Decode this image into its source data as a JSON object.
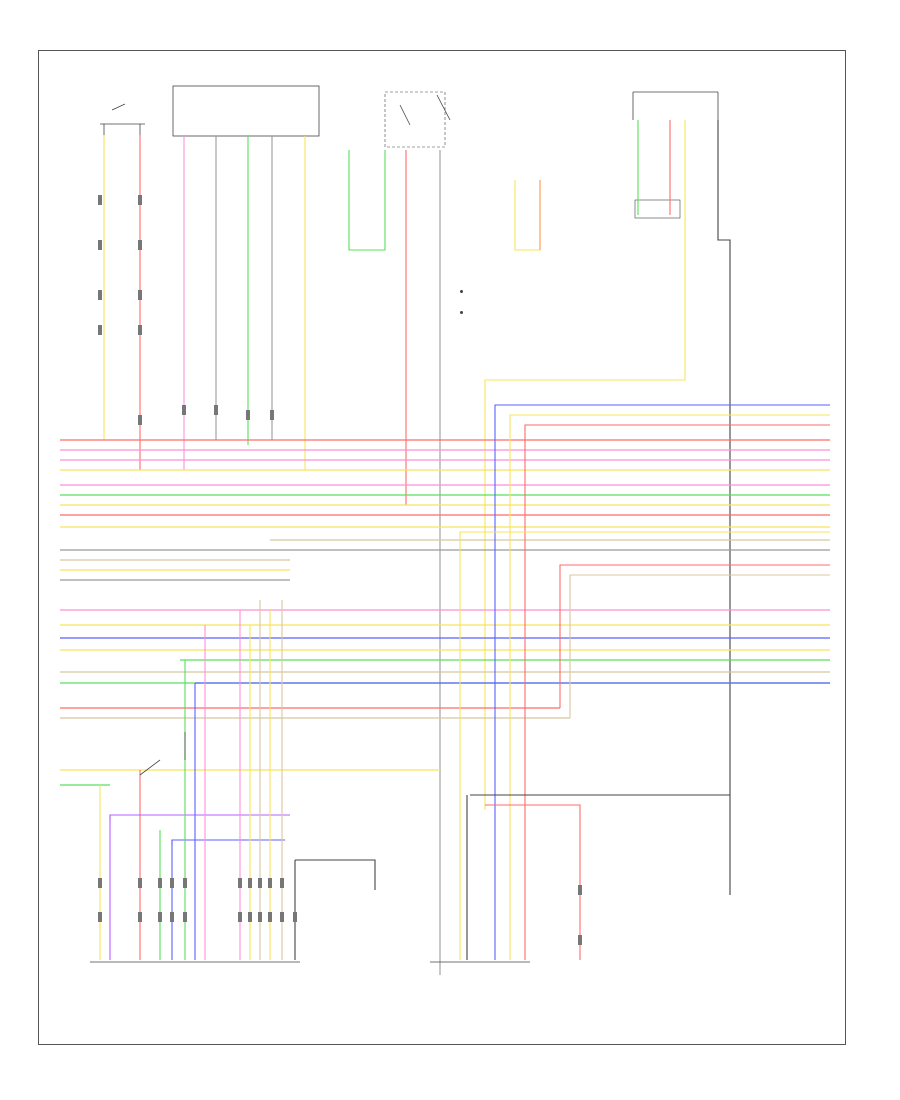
{
  "diagram": {
    "figure_id": "",
    "legend": [
      {
        "label": ""
      },
      {
        "label": ""
      }
    ],
    "components": [
      {
        "key": "top_left_module",
        "label": ""
      },
      {
        "key": "top_switch_box",
        "label": ""
      },
      {
        "key": "top_relay_group",
        "label": ""
      },
      {
        "key": "top_right_sensor",
        "label": ""
      },
      {
        "key": "right_connector_note",
        "label": ""
      },
      {
        "key": "center_module",
        "label": ""
      },
      {
        "key": "lower_center_module",
        "label": ""
      },
      {
        "key": "bottom_left_module",
        "label": ""
      },
      {
        "key": "bottom_center_module",
        "label": ""
      },
      {
        "key": "bottom_right_module",
        "label": ""
      },
      {
        "key": "lower_right_note_1",
        "label": ""
      },
      {
        "key": "lower_right_note_2",
        "label": ""
      },
      {
        "key": "lower_right_note_3",
        "label": ""
      }
    ],
    "wire_colors": {
      "red": "#ff6b6b",
      "pink": "#ff8fd8",
      "yellow": "#f7e45a",
      "green": "#58e05a",
      "blue": "#5a62ff",
      "gray": "#9a9a9a",
      "tan": "#d8c7a0",
      "orange": "#ff9a5a",
      "violet": "#b85cff",
      "black": "#444444"
    }
  }
}
